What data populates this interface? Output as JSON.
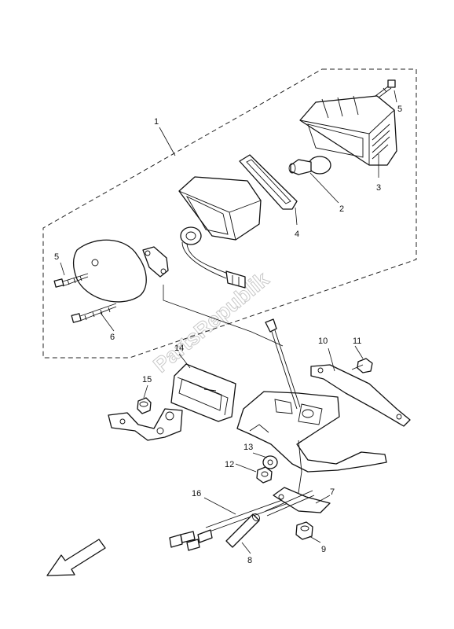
{
  "watermark": "PartsRepublik",
  "callouts": {
    "c1": "1",
    "c2": "2",
    "c3": "3",
    "c4": "4",
    "c5a": "5",
    "c5b": "5",
    "c6": "6",
    "c7": "7",
    "c8": "8",
    "c9": "9",
    "c10": "10",
    "c11": "11",
    "c12": "12",
    "c13": "13",
    "c14": "14",
    "c15": "15",
    "c16": "16"
  },
  "icons": {
    "direction_arrow": "front-direction-arrow-icon"
  }
}
